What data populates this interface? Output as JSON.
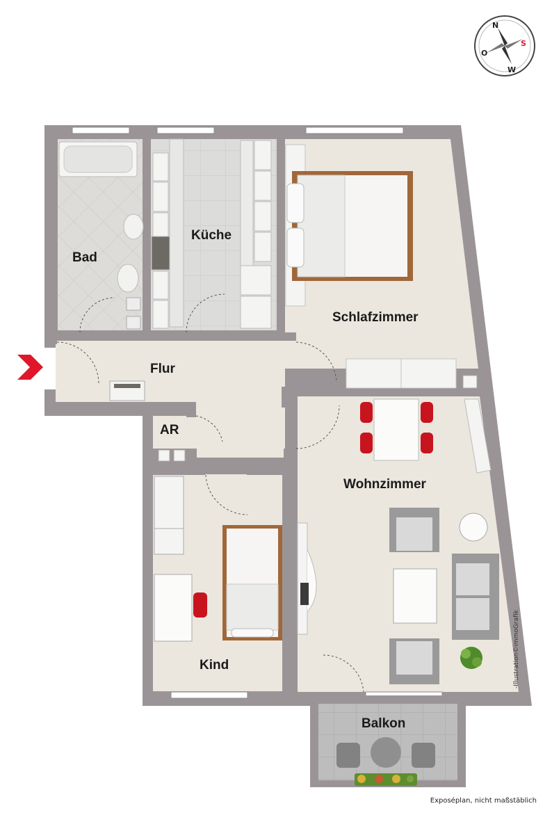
{
  "rooms": {
    "bad": "Bad",
    "kueche": "Küche",
    "schlafzimmer": "Schlafzimmer",
    "flur": "Flur",
    "ar": "AR",
    "wohnzimmer": "Wohnzimmer",
    "kind": "Kind",
    "balkon": "Balkon"
  },
  "compass": {
    "n": "N",
    "o": "O",
    "s": "S",
    "w": "W"
  },
  "footer_note": "Exposéplan, nicht maßstäblich",
  "credit": "-Illustration©immoGrafik",
  "colors": {
    "wall": "#9b9497",
    "floor": "#ebe7de",
    "tile": "#dcdad5",
    "entrance": "#e0172a",
    "chair_red": "#c8141e",
    "wood": "#a0673a"
  }
}
